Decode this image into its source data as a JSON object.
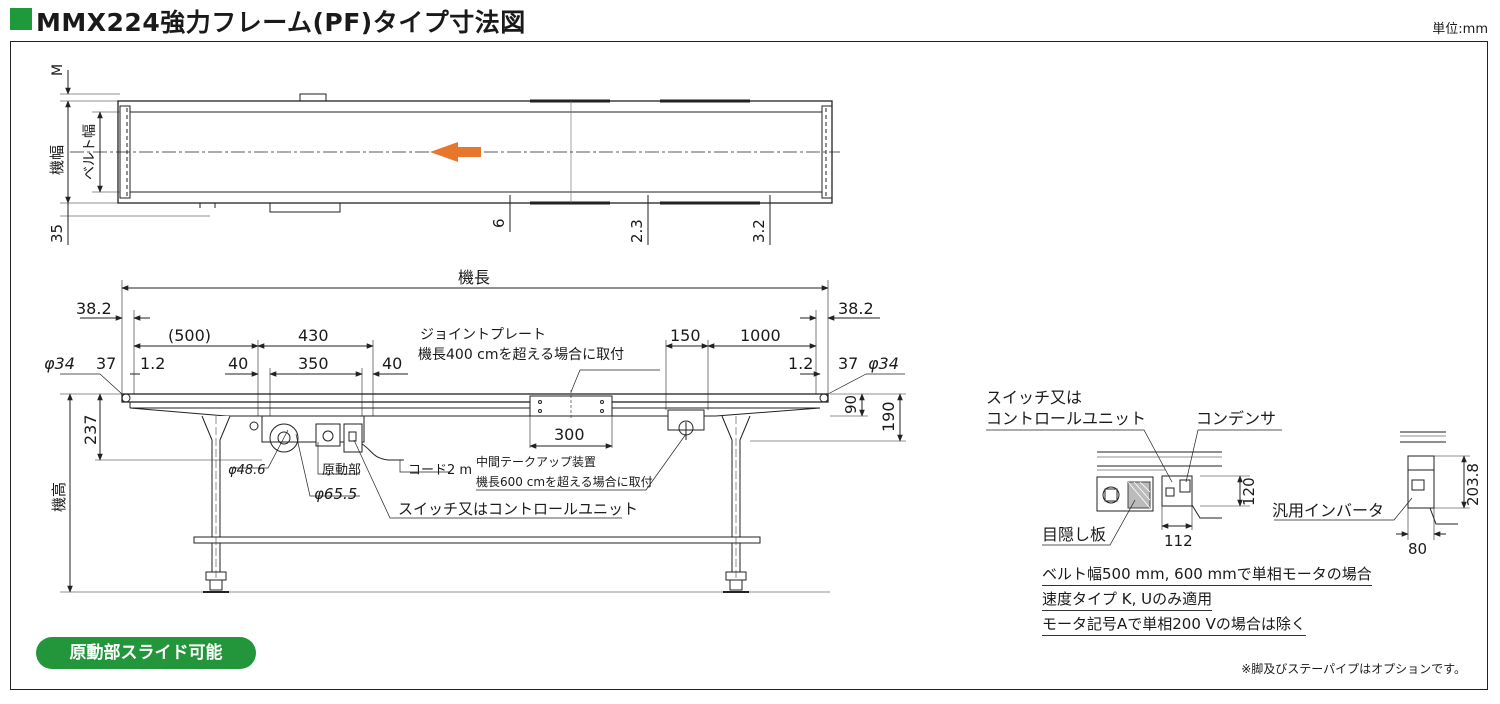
{
  "header": {
    "title": "MMX224強力フレーム(PF)タイプ寸法図",
    "unit": "単位:mm"
  },
  "top_view": {
    "m": "M",
    "machine_width": "機幅",
    "belt_width": "ベルト幅",
    "d35": "35",
    "d6": "6",
    "d23": "2.3",
    "d32": "3.2"
  },
  "side_view": {
    "machine_length": "機長",
    "d382_left": "38.2",
    "d382_right": "38.2",
    "d500": "(500)",
    "d430": "430",
    "d150": "150",
    "d1000": "1000",
    "phi34_left": "φ34",
    "phi34_right": "φ34",
    "d37_left": "37",
    "d37_right": "37",
    "d12_left": "1.2",
    "d12_right": "1.2",
    "d40_left": "40",
    "d40_right": "40",
    "d350": "350",
    "joint_plate_1": "ジョイントプレート",
    "joint_plate_2": "機長400 cmを超える場合に取付",
    "d300": "300",
    "d237": "237",
    "d90": "90",
    "d190": "190",
    "machine_height": "機高",
    "phi486": "φ48.6",
    "phi655": "φ65.5",
    "drive_unit": "原動部",
    "cord": "コード2 m",
    "takeup_1": "中間テークアップ装置",
    "takeup_2": "機長600 cmを超える場合に取付",
    "switch_label": "スイッチ又はコントロールユニット"
  },
  "detail": {
    "switch_1": "スイッチ又は",
    "switch_2": "コントロールユニット",
    "condenser": "コンデンサ",
    "d120": "120",
    "d112": "112",
    "blind_plate": "目隠し板",
    "inverter": "汎用インバータ",
    "d2038": "203.8",
    "d80": "80"
  },
  "notes": [
    "ベルト幅500 mm, 600 mmで単相モータの場合",
    "速度タイプ K, Uのみ適用",
    "モータ記号Aで単相200 Vの場合は除く"
  ],
  "badge": "原動部スライド可能",
  "footnote": "※脚及びステーパイプはオプションです。",
  "colors": {
    "accent_green": "#1f9a3a",
    "arrow_orange": "#e8772e"
  }
}
